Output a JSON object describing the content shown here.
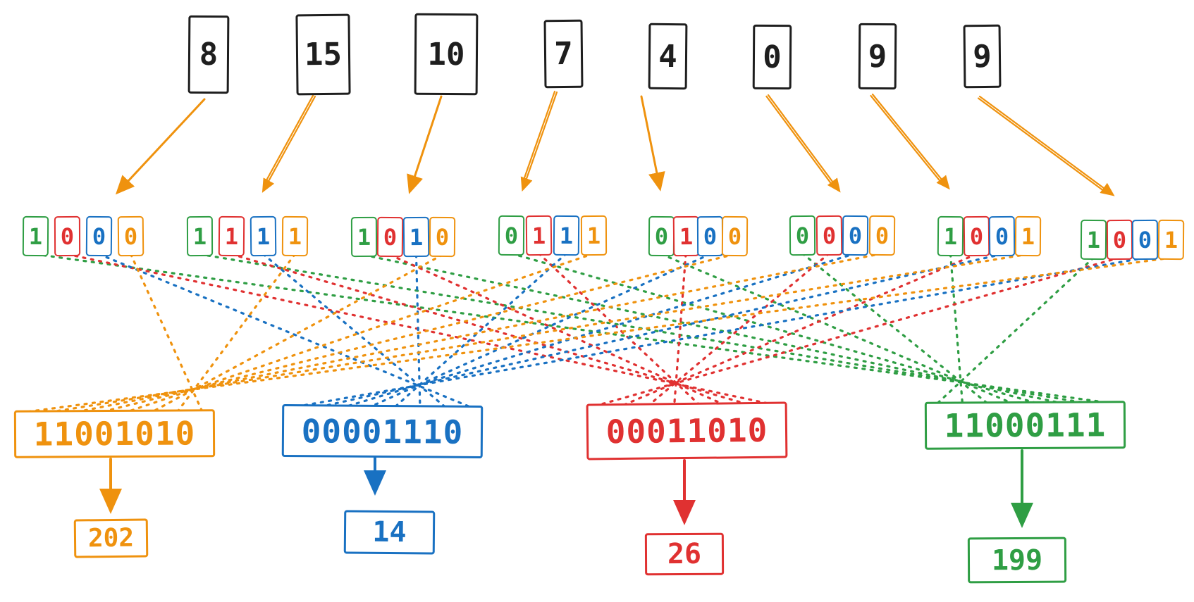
{
  "palette": {
    "green": "#2f9e44",
    "red": "#e03131",
    "blue": "#1971c2",
    "orange": "#ef920e",
    "black": "#1e1e1e"
  },
  "bit_position_colors": [
    "green",
    "red",
    "blue",
    "orange"
  ],
  "inputs": [
    {
      "value": "8",
      "bits": [
        "1",
        "0",
        "0",
        "0"
      ]
    },
    {
      "value": "15",
      "bits": [
        "1",
        "1",
        "1",
        "1"
      ]
    },
    {
      "value": "10",
      "bits": [
        "1",
        "0",
        "1",
        "0"
      ]
    },
    {
      "value": "7",
      "bits": [
        "0",
        "1",
        "1",
        "1"
      ]
    },
    {
      "value": "4",
      "bits": [
        "0",
        "1",
        "0",
        "0"
      ]
    },
    {
      "value": "0",
      "bits": [
        "0",
        "0",
        "0",
        "0"
      ]
    },
    {
      "value": "9",
      "bits": [
        "1",
        "0",
        "0",
        "1"
      ]
    },
    {
      "value": "9",
      "bits": [
        "1",
        "0",
        "0",
        "1"
      ]
    }
  ],
  "outputs": [
    {
      "color": "orange",
      "binary": "11001010",
      "decimal": "202"
    },
    {
      "color": "blue",
      "binary": "00001110",
      "decimal": "14"
    },
    {
      "color": "red",
      "binary": "00011010",
      "decimal": "26"
    },
    {
      "color": "green",
      "binary": "11000111",
      "decimal": "199"
    }
  ]
}
